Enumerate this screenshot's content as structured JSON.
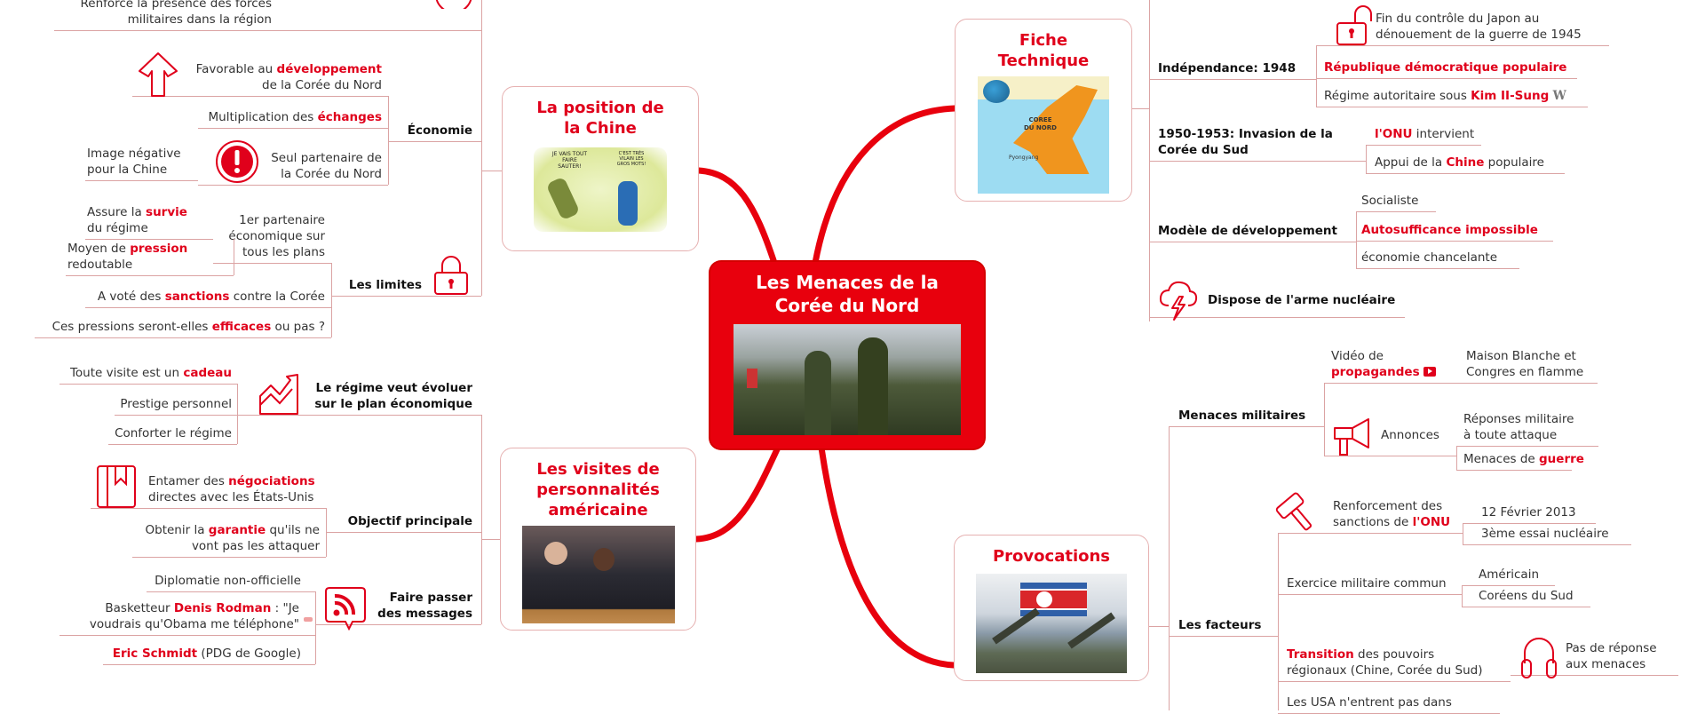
{
  "center": {
    "title": "Les Menaces de la\nCorée du Nord"
  },
  "colors": {
    "accent": "#e0001b",
    "line": "#dba3a3",
    "central": "#e8000d"
  },
  "chine": {
    "title": "La position de\nla Chine",
    "cartoon_bubbles": [
      "JE VAIS TOUT FAIRE SAUTER!",
      "C'EST TRÈS VILAIN LES GROS MOTS!"
    ],
    "renforce": [
      {
        "t": "Renforce la présence des forces\nmilitaires dans la région"
      }
    ],
    "economie": {
      "label": "Économie",
      "items": [
        [
          {
            "t": "Favorable au "
          },
          {
            "t": "développement",
            "hl": true
          },
          {
            "t": "\nde la Corée du Nord"
          }
        ],
        [
          {
            "t": "Multiplication des "
          },
          {
            "t": "échanges",
            "hl": true
          }
        ],
        [
          {
            "t": "Seul partenaire de\nla Corée du Nord"
          }
        ],
        [
          {
            "t": "Image négative\npour la Chine"
          }
        ]
      ]
    },
    "limites": {
      "label": "Les limites",
      "items": [
        [
          {
            "t": "1er partenaire\néconomique sur\ntous les plans"
          }
        ],
        [
          {
            "t": "Assure la "
          },
          {
            "t": "survie",
            "hl": true
          },
          {
            "t": "\ndu régime"
          }
        ],
        [
          {
            "t": "Moyen de "
          },
          {
            "t": "pression",
            "hl": true
          },
          {
            "t": "\nredoutable"
          }
        ],
        [
          {
            "t": "A voté des "
          },
          {
            "t": "sanctions",
            "hl": true
          },
          {
            "t": " contre la Corée"
          }
        ],
        [
          {
            "t": "Ces pressions seront-elles "
          },
          {
            "t": "efficaces",
            "hl": true
          },
          {
            "t": " ou pas ?"
          }
        ]
      ]
    }
  },
  "visites": {
    "title": "Les visites de\npersonnalités\naméricaine",
    "regime": {
      "label": "Le régime veut évoluer\nsur le plan économique",
      "items": [
        [
          {
            "t": "Toute visite est un "
          },
          {
            "t": "cadeau",
            "hl": true
          }
        ],
        [
          {
            "t": "Prestige personnel"
          }
        ],
        [
          {
            "t": "Conforter le régime"
          }
        ]
      ]
    },
    "objectif": {
      "label": "Objectif principale",
      "items": [
        [
          {
            "t": "Entamer des "
          },
          {
            "t": "négociations",
            "hl": true
          },
          {
            "t": "\ndirectes avec les États-Unis"
          }
        ],
        [
          {
            "t": "Obtenir la "
          },
          {
            "t": "garantie",
            "hl": true
          },
          {
            "t": " qu'ils ne\nvont pas les attaquer"
          }
        ]
      ]
    },
    "messages": {
      "label": "Faire passer\ndes messages",
      "items": [
        [
          {
            "t": "Diplomatie non-officielle"
          }
        ],
        [
          {
            "t": "Basketteur "
          },
          {
            "t": "Denis Rodman",
            "hl": true
          },
          {
            "t": " : \"Je\nvoudrais qu'Obama me téléphone\""
          }
        ],
        [
          {
            "t": "Eric Schmidt",
            "hl": true
          },
          {
            "t": " (PDG de Google)"
          }
        ]
      ]
    }
  },
  "fiche": {
    "title": "Fiche\nTechnique",
    "map_labels": [
      "COREE\nDU NORD",
      "Pyongyang"
    ],
    "independance": {
      "label": "Indépendance: 1948",
      "items": [
        [
          {
            "t": "Fin du contrôle du Japon au\ndénouement de la guerre de 1945"
          }
        ],
        [
          {
            "t": "République démocratique populaire",
            "hl": true
          }
        ],
        [
          {
            "t": "Régime autoritaire sous "
          },
          {
            "t": "Kim II-Sung",
            "hl": true
          }
        ]
      ],
      "wiki_icon": "W"
    },
    "invasion": {
      "label": "1950-1953: Invasion de la\nCorée du Sud",
      "items": [
        [
          {
            "t": "l'ONU",
            "hl": true
          },
          {
            "t": " intervient"
          }
        ],
        [
          {
            "t": "Appui de la "
          },
          {
            "t": "Chine",
            "hl": true
          },
          {
            "t": " populaire"
          }
        ]
      ]
    },
    "modele": {
      "label": "Modèle de développement",
      "items": [
        [
          {
            "t": "Socialiste"
          }
        ],
        [
          {
            "t": "Autosufficance impossible",
            "hl": true
          }
        ],
        [
          {
            "t": "économie chancelante"
          }
        ]
      ]
    },
    "nucleaire": {
      "label": "Dispose de l'arme nucléaire"
    }
  },
  "provocations": {
    "title": "Provocations",
    "menaces": {
      "label": "Menaces militaires",
      "video": [
        {
          "t": "Vidéo de\n"
        },
        {
          "t": "propagandes",
          "hl": true
        }
      ],
      "video_child": [
        {
          "t": "Maison Blanche et\nCongres en flamme"
        }
      ],
      "annonces": [
        {
          "t": "Annonces"
        }
      ],
      "annonces_children": [
        [
          {
            "t": "Réponses militaire\nà toute attaque"
          }
        ],
        [
          {
            "t": "Menaces de "
          },
          {
            "t": "guerre",
            "hl": true
          }
        ]
      ]
    },
    "facteurs": {
      "label": "Les facteurs",
      "sanctions": [
        {
          "t": "Renforcement des\nsanctions de "
        },
        {
          "t": "l'ONU",
          "hl": true
        }
      ],
      "sanctions_children": [
        [
          {
            "t": "12 Février 2013"
          }
        ],
        [
          {
            "t": "3ème essai nucléaire"
          }
        ]
      ],
      "exercice": [
        {
          "t": "Exercice militaire commun"
        }
      ],
      "exercice_children": [
        [
          {
            "t": "Américain"
          }
        ],
        [
          {
            "t": "Coréens du Sud"
          }
        ]
      ],
      "transition": [
        {
          "t": "Transition",
          "hl": true
        },
        {
          "t": " des pouvoirs\nrégionaux (Chine, Corée du Sud)"
        }
      ],
      "transition_child": [
        {
          "t": "Pas de réponse\naux menaces"
        }
      ],
      "usa": [
        {
          "t": "Les USA n'entrent pas dans"
        }
      ]
    }
  }
}
